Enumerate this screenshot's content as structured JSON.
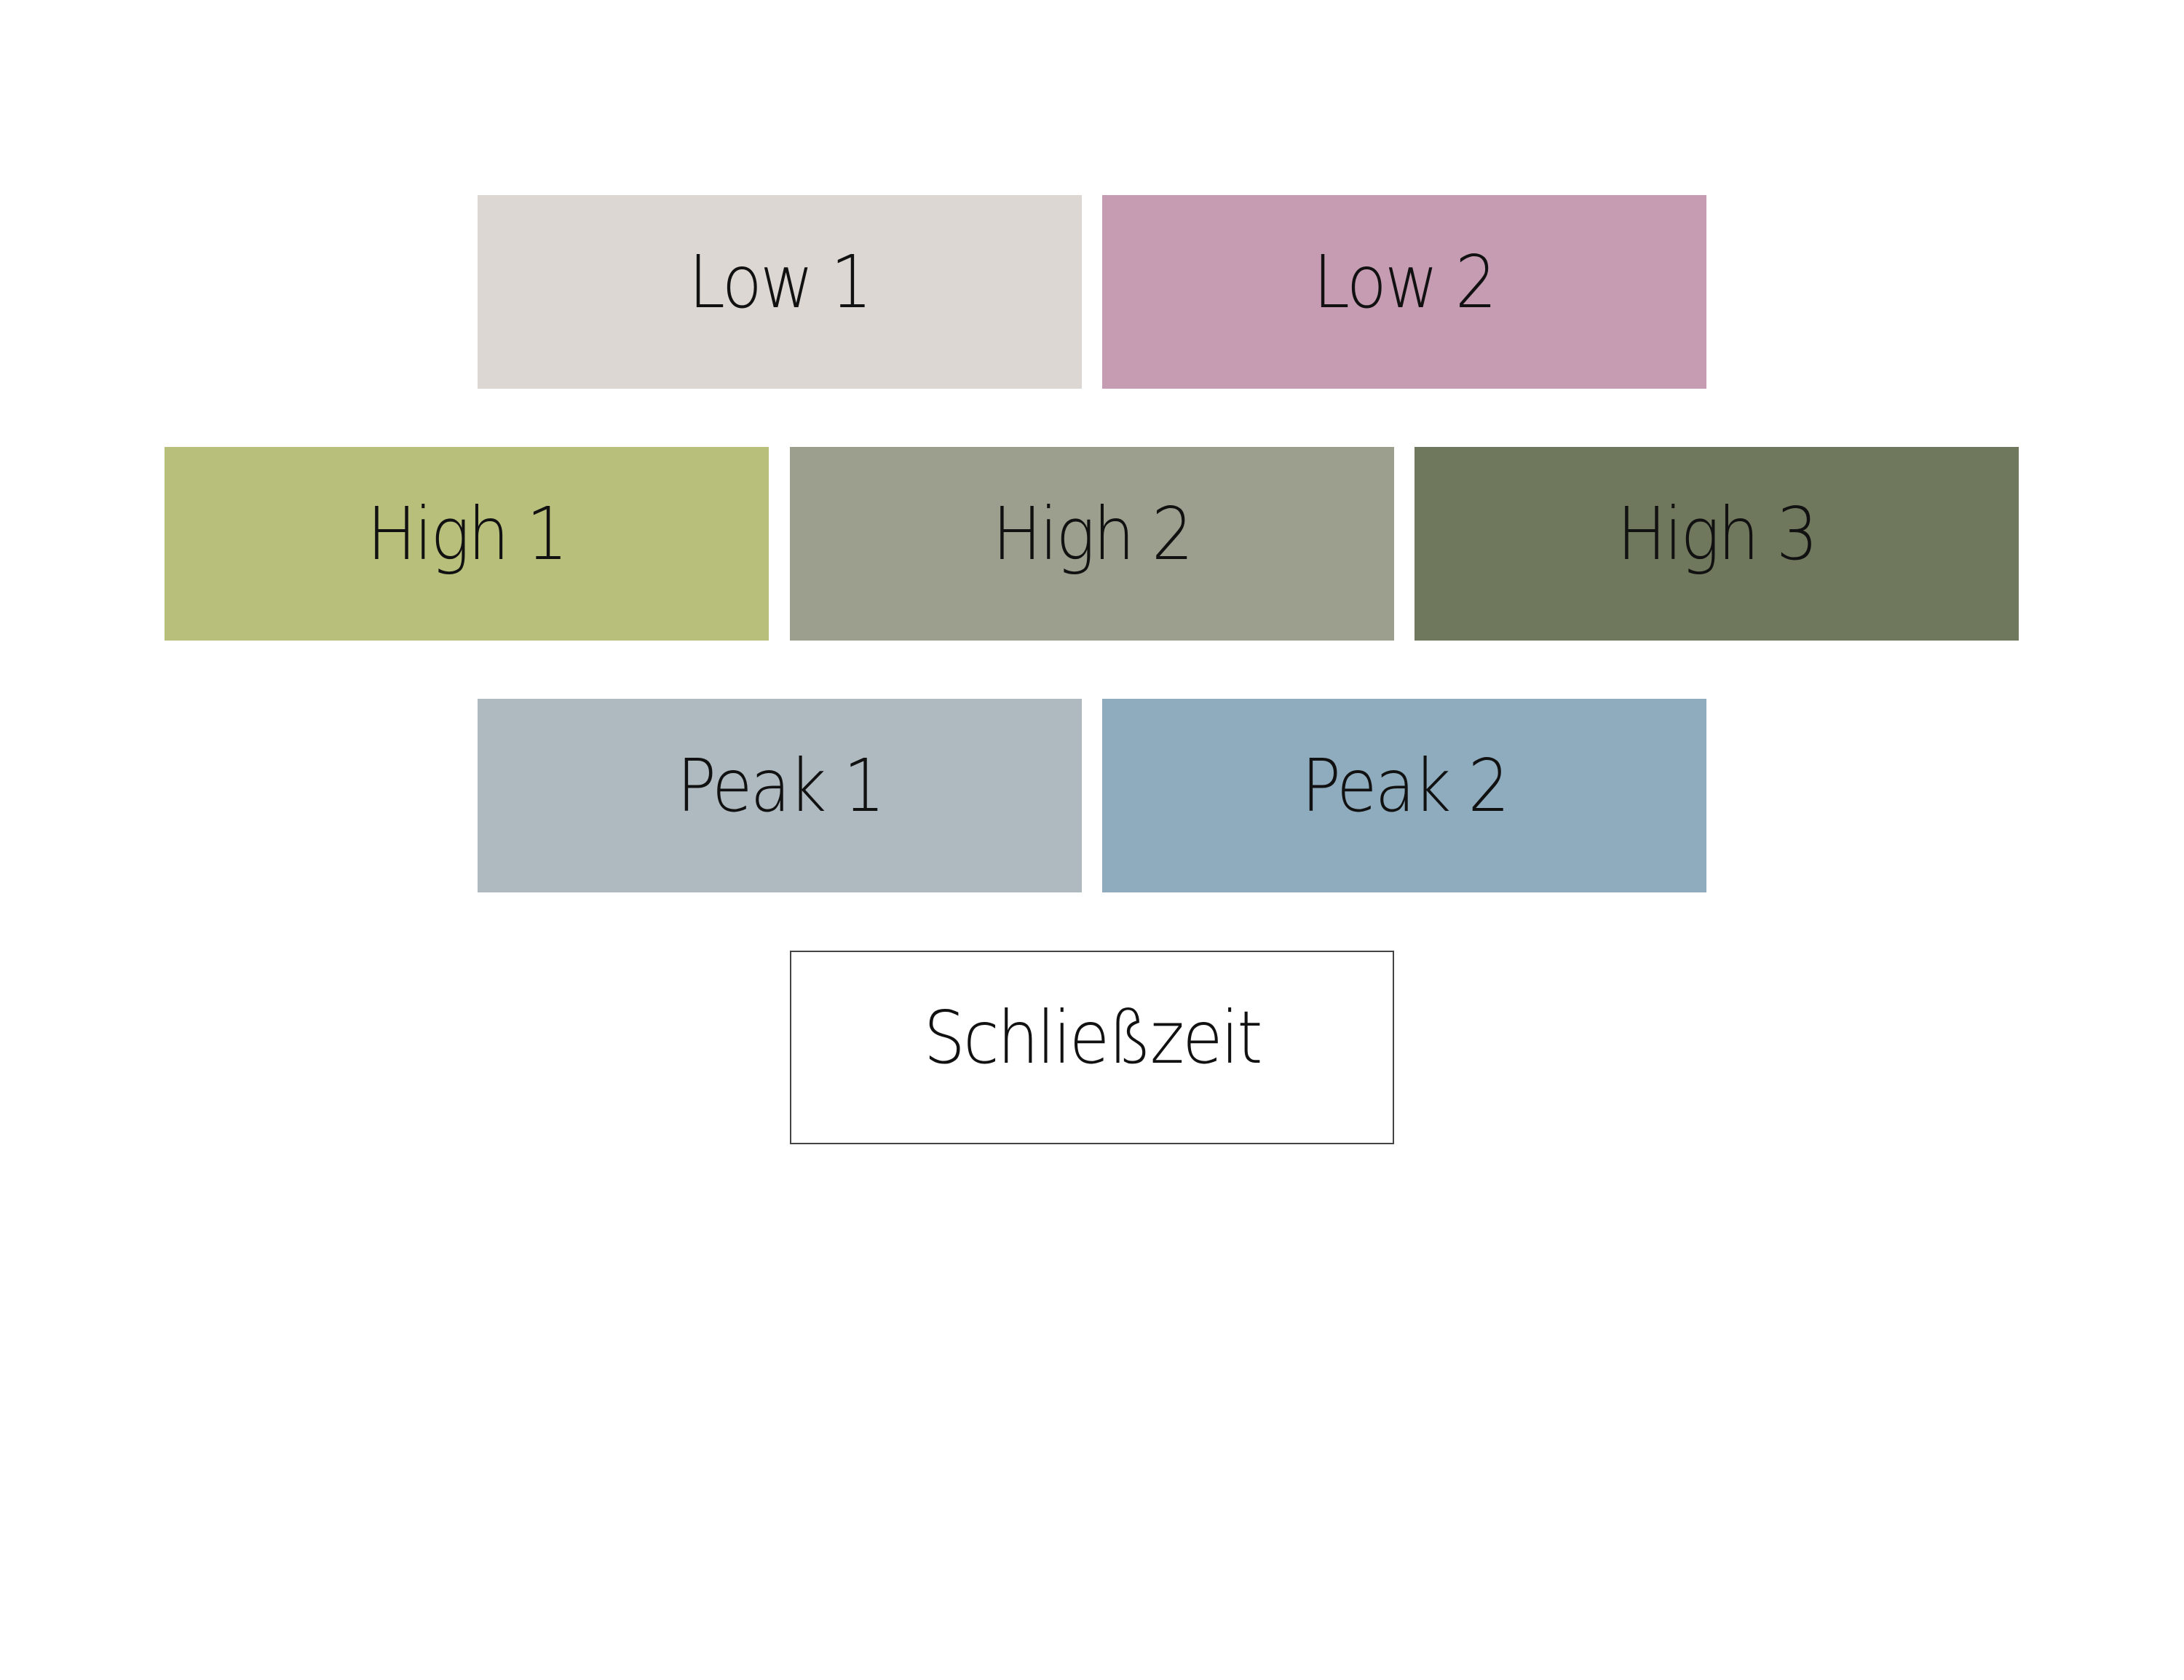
{
  "tiles": [
    {
      "label": "Low 1",
      "color": "#dcd7d3"
    },
    {
      "label": "Low 2",
      "color": "#c69cb3"
    },
    {
      "label": "High 1",
      "color": "#b8bf7b"
    },
    {
      "label": "High 2",
      "color": "#9c9e8e"
    },
    {
      "label": "High 3",
      "color": "#6f785d"
    },
    {
      "label": "Peak 1",
      "color": "#aebac0"
    },
    {
      "label": "Peak 2",
      "color": "#8facbe"
    },
    {
      "label": "Schließzeit",
      "color": "#ffffff"
    }
  ]
}
